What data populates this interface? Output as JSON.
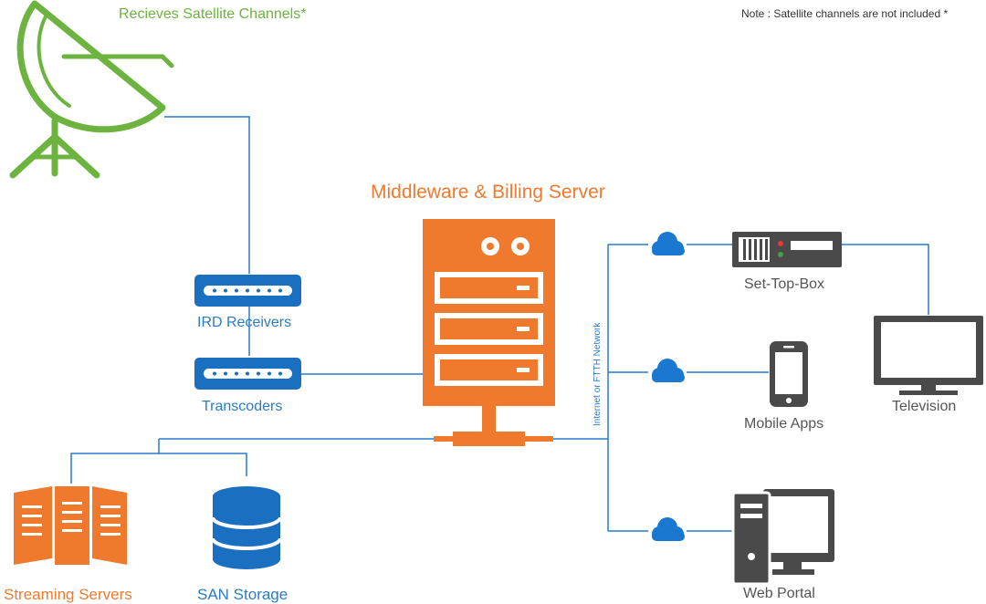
{
  "note": "Note : Satellite channels are not included *",
  "nodes": {
    "satellite": "Recieves Satellite Channels*",
    "server": "Middleware & Billing Server",
    "ird": "IRD Receivers",
    "transcoders": "Transcoders",
    "stb": "Set-Top-Box",
    "mobile": "Mobile Apps",
    "tv": "Television",
    "web": "Web Portal",
    "streaming": "Streaming Servers",
    "san": "SAN Storage"
  },
  "network_label": "Internet or FTTH Network",
  "colors": {
    "line": "#2a7cc7",
    "orange": "#ef7a2e",
    "green": "#6cb33f",
    "dark": "#4a4a4a",
    "blue_device": "#1a6fc0"
  },
  "icons": [
    "satellite-dish-icon",
    "server-icon",
    "receiver-icon",
    "transcoder-icon",
    "cloud-icon",
    "set-top-box-icon",
    "smartphone-icon",
    "television-icon",
    "desktop-computer-icon",
    "streaming-server-icon",
    "database-icon"
  ]
}
